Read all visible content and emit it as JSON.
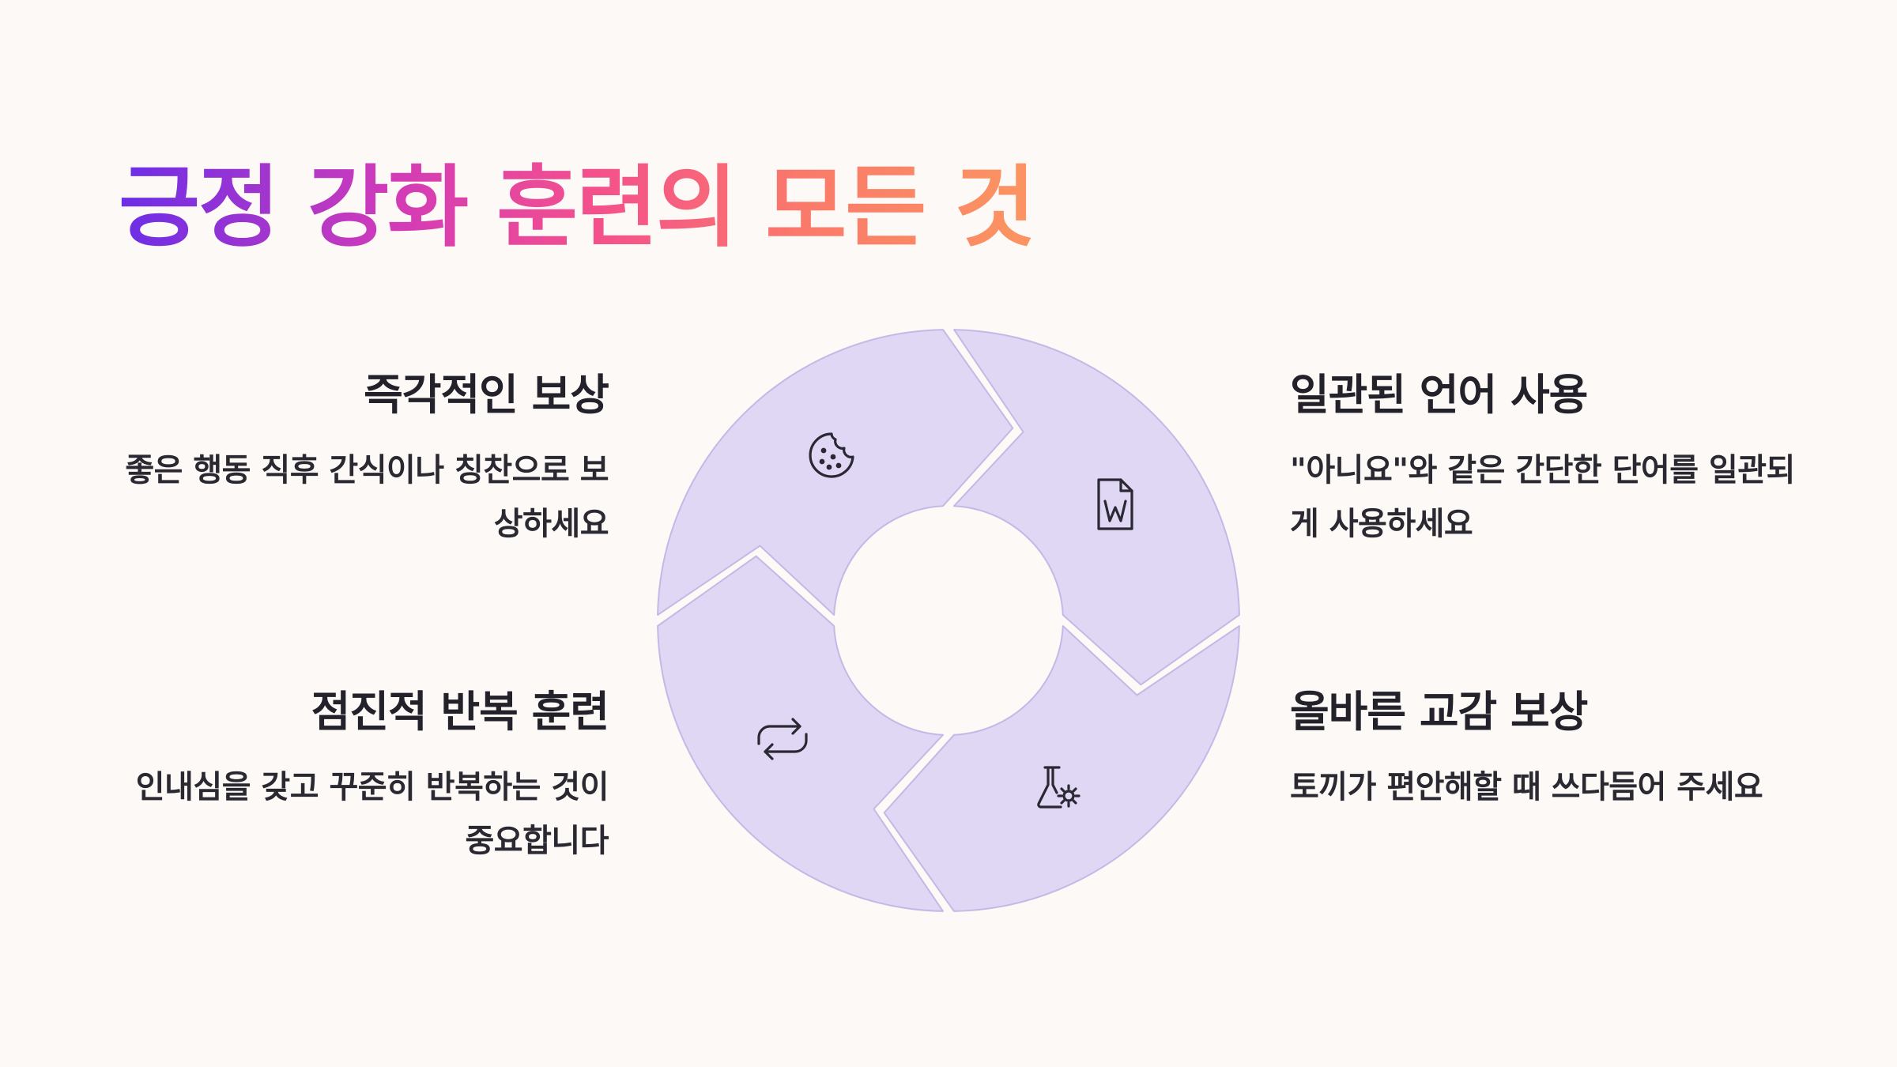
{
  "title": "긍정 강화 훈련의 모든 것",
  "colors": {
    "segment_fill": "#e0d7f4",
    "segment_stroke": "#c5b8e6",
    "icon_stroke": "#2a2833",
    "title_gradient": [
      "#6a2ee8",
      "#d23bb8",
      "#f4508c",
      "#fa7a6a",
      "#fb9561"
    ]
  },
  "steps": [
    {
      "heading": "즉각적인 보상",
      "description": "좋은 행동 직후 간식이나 칭찬으로 보상하세요",
      "icon": "cookie-icon"
    },
    {
      "heading": "일관된 언어 사용",
      "description": "\"아니요\"와 같은 간단한 단어를 일관되게 사용하세요",
      "icon": "word-document-icon"
    },
    {
      "heading": "올바른 교감 보상",
      "description": "토끼가 편안해할 때 쓰다듬어 주세요",
      "icon": "flask-gear-icon"
    },
    {
      "heading": "점진적 반복 훈련",
      "description": "인내심을 갖고 꾸준히 반복하는 것이 중요합니다",
      "icon": "repeat-arrows-icon"
    }
  ]
}
